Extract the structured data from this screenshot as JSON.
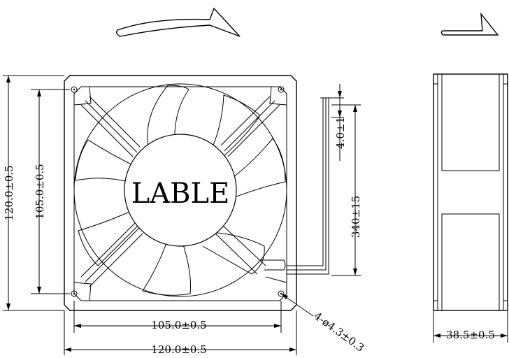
{
  "drawing": {
    "hub_label": "LABLE",
    "dimensions": {
      "overall_width": "120.0±0.5",
      "overall_height": "120.0±0.5",
      "hole_pitch_horizontal": "105.0±0.5",
      "hole_pitch_vertical": "105.0±0.5",
      "lead_strip": "4.0±1",
      "lead_length": "340±15",
      "mounting_holes": "4-ø4.3±0.3",
      "depth": "38.5±0.5"
    },
    "icons": {
      "rotation": "rotation-direction-arrow-icon",
      "airflow": "airflow-direction-arrow-icon"
    }
  }
}
